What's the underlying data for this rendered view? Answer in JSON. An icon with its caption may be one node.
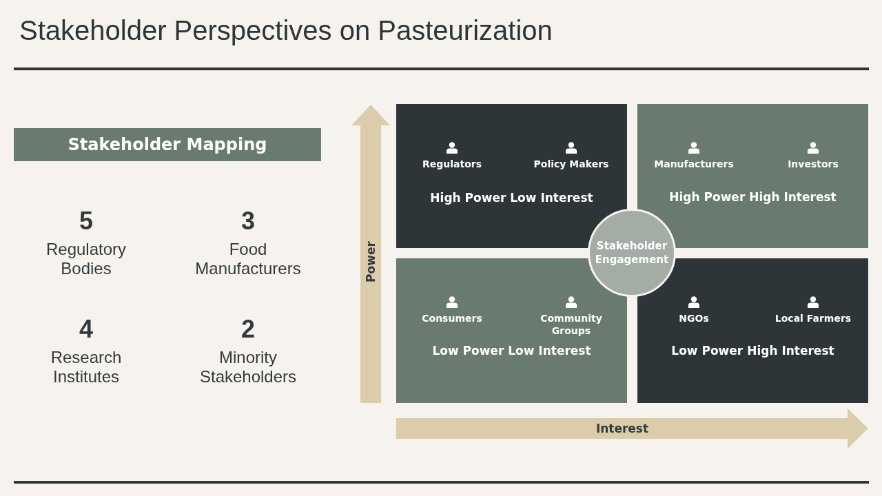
{
  "diagram": {
    "title": "Stakeholder Perspectives on Pasteurization",
    "nodes": [
      {
        "text": [
          "Stakeholder Mapping"
        ]
      },
      {
        "text": [
          "High Power Low Interest"
        ]
      },
      {
        "text": [
          "Regulators"
        ],
        "in": 1
      },
      {
        "text": [
          "Policy Makers"
        ],
        "in": 1
      },
      {
        "text": [
          "High Power High Interest"
        ]
      },
      {
        "text": [
          "Manufacturers"
        ],
        "in": 4
      },
      {
        "text": [
          "Investors"
        ],
        "in": 4
      },
      {
        "text": [
          "Stakeholder Engagement"
        ]
      },
      {
        "text": [
          "Low Power Low Interest"
        ]
      },
      {
        "text": [
          "Consumers"
        ],
        "in": 8
      },
      {
        "text": [
          "Community Groups"
        ],
        "in": 8
      },
      {
        "text": [
          "Low Power High Interest"
        ]
      },
      {
        "text": [
          "NGOs"
        ],
        "in": 11
      },
      {
        "text": [
          "Local Farmers"
        ],
        "in": 11
      }
    ],
    "edges": [],
    "labels": [
      "5",
      "Regulatory Bodies",
      "3",
      "Food Manufacturers",
      "4",
      "Research Institutes",
      "2",
      "Minority Stakeholders",
      "Power",
      "Interest"
    ]
  }
}
